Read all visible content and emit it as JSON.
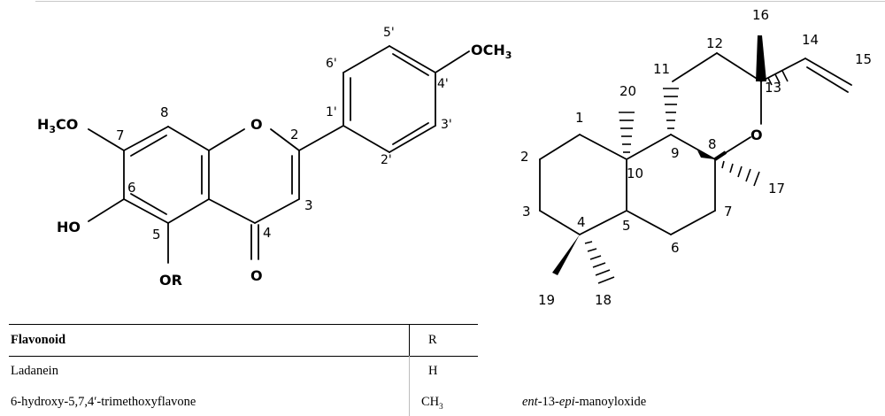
{
  "flavonoid": {
    "atoms": {
      "h3co": "H3CO",
      "o_ring": "O",
      "o_carbonyl": "O",
      "ho": "HO",
      "or": "OR",
      "och3": "OCH3"
    },
    "numbers": {
      "n2": "2",
      "n3": "3",
      "n4": "4",
      "n5": "5",
      "n6": "6",
      "n7": "7",
      "n8": "8",
      "n1p": "1'",
      "n2p": "2'",
      "n3p": "3'",
      "n4p": "4'",
      "n5p": "5'",
      "n6p": "6'"
    }
  },
  "manoyloxide": {
    "atoms": {
      "o": "O"
    },
    "numbers": {
      "n1": "1",
      "n2": "2",
      "n3": "3",
      "n4": "4",
      "n5": "5",
      "n6": "6",
      "n7": "7",
      "n8": "8",
      "n9": "9",
      "n10": "10",
      "n11": "11",
      "n12": "12",
      "n13": "13",
      "n14": "14",
      "n15": "15",
      "n16": "16",
      "n17": "17",
      "n18": "18",
      "n19": "19",
      "n20": "20"
    }
  },
  "table": {
    "header": {
      "col1": "Flavonoid",
      "col2": "R"
    },
    "rows": [
      {
        "name": "Ladanein",
        "r": "H"
      },
      {
        "name": "6-hydroxy-5,7,4′-trimethoxyflavone",
        "r_main": "CH",
        "r_sub": "3"
      }
    ],
    "caption": {
      "p1": "ent",
      "p2": "-13-",
      "p3": "epi",
      "p4": "-manoyloxide"
    }
  }
}
